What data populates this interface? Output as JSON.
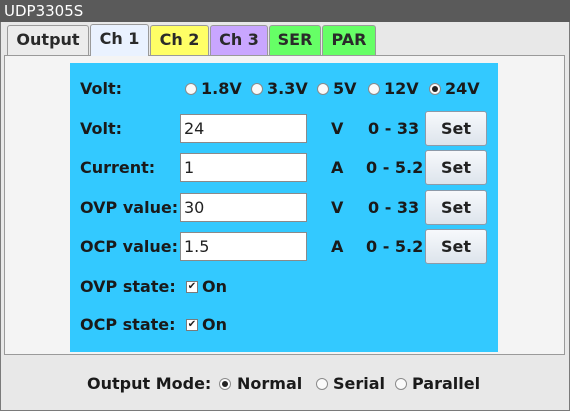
{
  "window": {
    "title": "UDP3305S"
  },
  "tabs": [
    {
      "label": "Output",
      "color": "#ececec"
    },
    {
      "label": "Ch 1",
      "color": "#eaf2ff",
      "active": true
    },
    {
      "label": "Ch 2",
      "color": "#ffff66"
    },
    {
      "label": "Ch 3",
      "color": "#c9a6ff"
    },
    {
      "label": "SER",
      "color": "#66ff66"
    },
    {
      "label": "PAR",
      "color": "#66ff66"
    }
  ],
  "channel": {
    "panel_color": "#33c9ff",
    "volt_preset": {
      "label": "Volt:",
      "options": [
        "1.8V",
        "3.3V",
        "5V",
        "12V",
        "24V"
      ],
      "selected": "24V"
    },
    "rows": [
      {
        "label": "Volt:",
        "value": "24",
        "unit": "V",
        "range": "0 - 33",
        "button": "Set"
      },
      {
        "label": "Current:",
        "value": "1",
        "unit": "A",
        "range": "0 - 5.2",
        "button": "Set"
      },
      {
        "label": "OVP value:",
        "value": "30",
        "unit": "V",
        "range": "0 - 33",
        "button": "Set"
      },
      {
        "label": "OCP value:",
        "value": "1.5",
        "unit": "A",
        "range": "0 - 5.2",
        "button": "Set"
      }
    ],
    "states": [
      {
        "label": "OVP state:",
        "checkbox": "On",
        "checked": true
      },
      {
        "label": "OCP state:",
        "checkbox": "On",
        "checked": true
      }
    ]
  },
  "output_mode": {
    "label": "Output Mode:",
    "options": [
      "Normal",
      "Serial",
      "Parallel"
    ],
    "selected": "Normal"
  }
}
